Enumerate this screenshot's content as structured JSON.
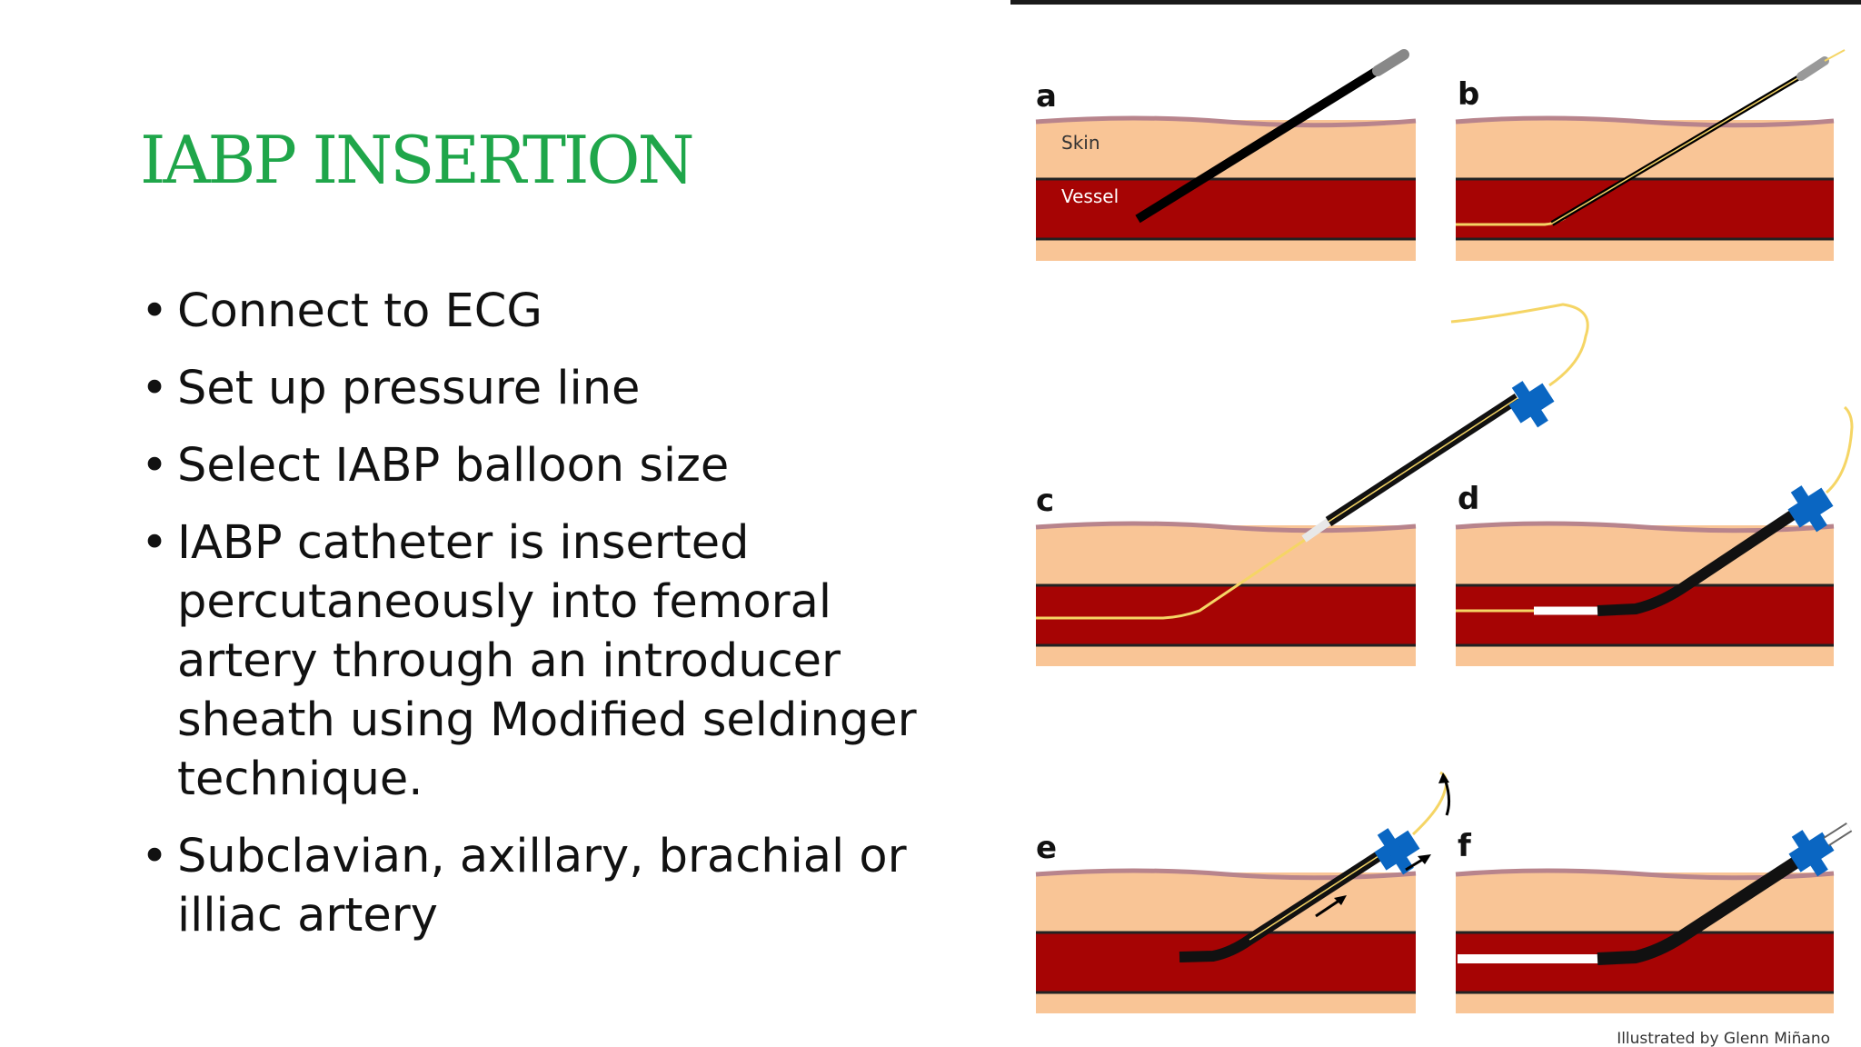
{
  "slide": {
    "title": "IABP INSERTION",
    "title_color": "#1fa64a",
    "bullet_glyph": "•",
    "bullets": [
      "Connect to ECG",
      "Set up pressure line",
      "Select IABP balloon size",
      "IABP catheter is inserted percutaneously into femoral artery through an introducer sheath using Modified seldinger technique.",
      "Subclavian, axillary, brachial or illiac artery"
    ]
  },
  "figure": {
    "panel_labels": [
      "a",
      "b",
      "c",
      "d",
      "e",
      "f"
    ],
    "skin_label": "Skin",
    "vessel_label": "Vessel",
    "credit": "Illustrated by Glenn Miñano",
    "colors": {
      "skin": "#f9c596",
      "vessel": "#a60404",
      "sheath": "#0a66c2",
      "wire": "#f5d565"
    }
  }
}
